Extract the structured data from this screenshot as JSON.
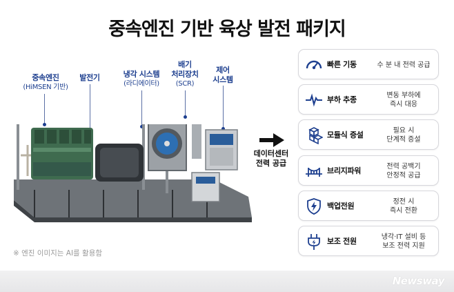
{
  "title": "중속엔진 기반 육상 발전 패키지",
  "labels": {
    "engine": "중속엔진",
    "engine_sub": "(HiMSEN 기반)",
    "generator": "발전기",
    "cooling": "냉각 시스템",
    "cooling_sub": "(라디에이터)",
    "exhaust_1": "배기",
    "exhaust_2": "처리장치",
    "exhaust_sub": "(SCR)",
    "control_1": "제어",
    "control_2": "시스템"
  },
  "center": {
    "line1": "데이터센터",
    "line2": "전력 공급"
  },
  "features": [
    {
      "name": "빠른 기동",
      "desc1": "수 분 내 전력 공급",
      "desc2": "",
      "icon": "speedometer-icon"
    },
    {
      "name": "부하 추종",
      "desc1": "변동 부하에",
      "desc2": "즉시 대응",
      "icon": "pulse-icon"
    },
    {
      "name": "모듈식 증설",
      "desc1": "필요 시",
      "desc2": "단계적 증설",
      "icon": "cubes-icon"
    },
    {
      "name": "브리지파워",
      "desc1": "전력 공백기",
      "desc2": "안정적 공급",
      "icon": "bridge-icon"
    },
    {
      "name": "백업전원",
      "desc1": "정전 시",
      "desc2": "즉시 전환",
      "icon": "shield-bolt-icon"
    },
    {
      "name": "보조 전원",
      "desc1": "냉각·IT 설비 등",
      "desc2": "보조 전력 지원",
      "icon": "plug-icon"
    }
  ],
  "footnote": "※ 엔진 이미지는 AI를 활용함",
  "brand": "Newsway",
  "colors": {
    "accent": "#1d3f8f",
    "text": "#111111",
    "card_border": "#d6d6db"
  }
}
